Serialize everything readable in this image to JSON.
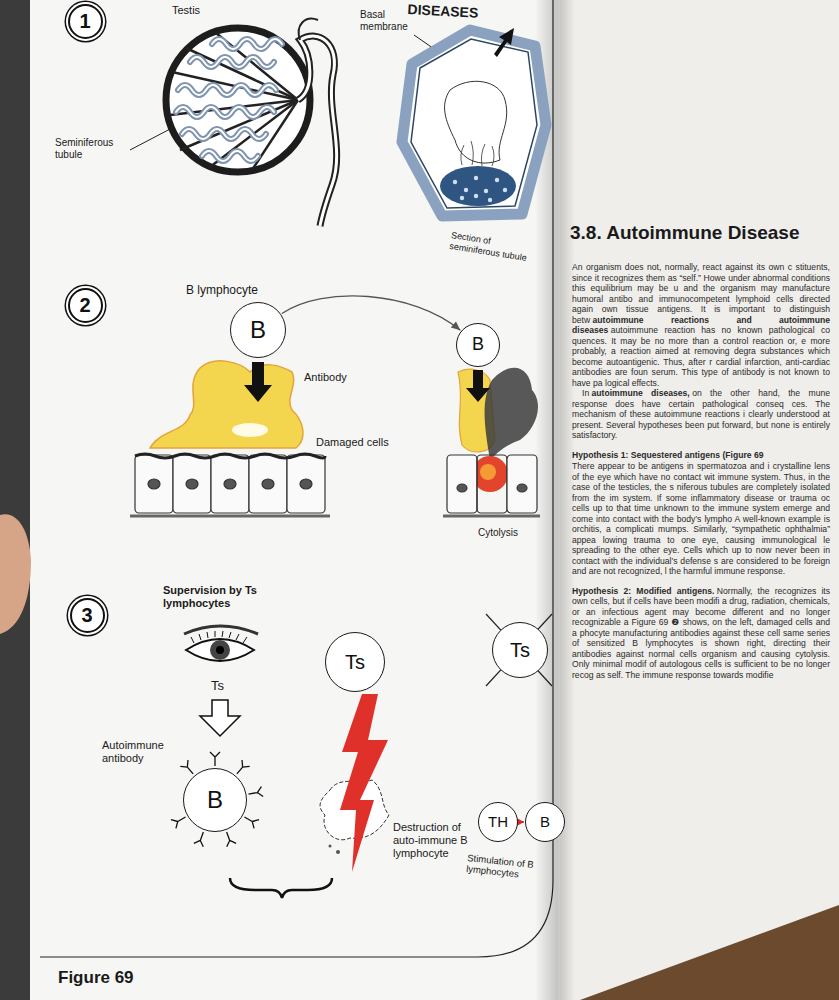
{
  "diagram": {
    "title": "3.8. Autoimmune Disease",
    "caption": "Figure 69",
    "nodes": [
      {
        "text": [
          "1"
        ]
      },
      {
        "text": [
          "2"
        ]
      },
      {
        "text": [
          "B"
        ]
      },
      {
        "text": [
          "B"
        ]
      },
      {
        "text": [
          "3"
        ]
      },
      {
        "text": [
          "B"
        ]
      },
      {
        "text": [
          "Ts"
        ]
      },
      {
        "text": [
          "Ts"
        ]
      },
      {
        "text": [
          "TH"
        ]
      },
      {
        "text": [
          "B"
        ]
      }
    ],
    "edges": [
      {
        "from": 2,
        "to": 3,
        "arrow": "to"
      },
      {
        "from": 8,
        "to": 9,
        "arrow": "to"
      }
    ],
    "labels": [
      "DISEASES",
      "Testis",
      "Basal membrane",
      "Seminiferous tubule",
      "Section of seminiferous tubule",
      "B lymphocyte",
      "Antibody",
      "Damaged cells",
      "Cytolysis",
      "Supervision by Ts lymphocytes",
      "Ts",
      "Autoimmune antibody",
      "Destruction of auto-immune B lymphocyte",
      "Stimulation of B lymphocytes",
      "An organism does not, normally, react against its own c stituents, since it recognizes them as “self.” Howe under abnormal conditions this equilibrium may be u and the organism may manufacture humoral antibo and immunocompetent lymphoid cells directed again own tissue antigens. It is important to distinguish betw",
      "autoimmune reactions and autoimmune diseases",
      "autoimmune reaction has no known pathological co quences. It may be no more than a control reaction or, e more probably, a reaction aimed at removing degra substances which become autoantigenic. Thus, after r cardial infarction, anti-cardiac antibodies are foun serum. This type of antibody is not known to have pa logical effects.",
      "In",
      "autoimmune diseases,",
      "on the other hand, the mune response does have certain pathological conseq ces. The mechanism of these autoimmune reactions i clearly understood at present. Several hypotheses been put forward, but none is entirely satisfactory.",
      "Hypothesis 1: Sequestered antigens (Figure 69",
      "There appear to be antigens in spermatozoa and i crystalline lens of the eye which have no contact wit immune system. Thus, in the case of the testicles, the s niferous tubules are completely isolated from the im system. If some inflammatory disease or trauma oc cells up to that time unknown to the immune system emerge and come into contact with the body’s lympho A well-known example is orchitis, a complicati mumps. Similarly, “sympathetic ophthalmia” appea lowing trauma to one eye, causing immunological le spreading to the other eye. Cells which up to now never been in contact with the individual’s defense s are considered to be foreign and are not recognized, l the harmful immune response.",
      "Hypothesis 2: Modified antigens.",
      "Normally, the recognizes its own cells, but if cells have been modifi a drug, radiation, chemicals, or an infectious agent may become different and no longer recognizable a Figure 69 ❷ shows, on the left, damaged cells and a phocyte manufacturing antibodies against these cell same series of sensitized B lymphocytes is shown right, directing their antibodies against normal cells organism and causing cytolysis. Only minimal modif of autologous cells is sufficient to be no longer recog as self. The immune response towards modifie"
    ]
  }
}
